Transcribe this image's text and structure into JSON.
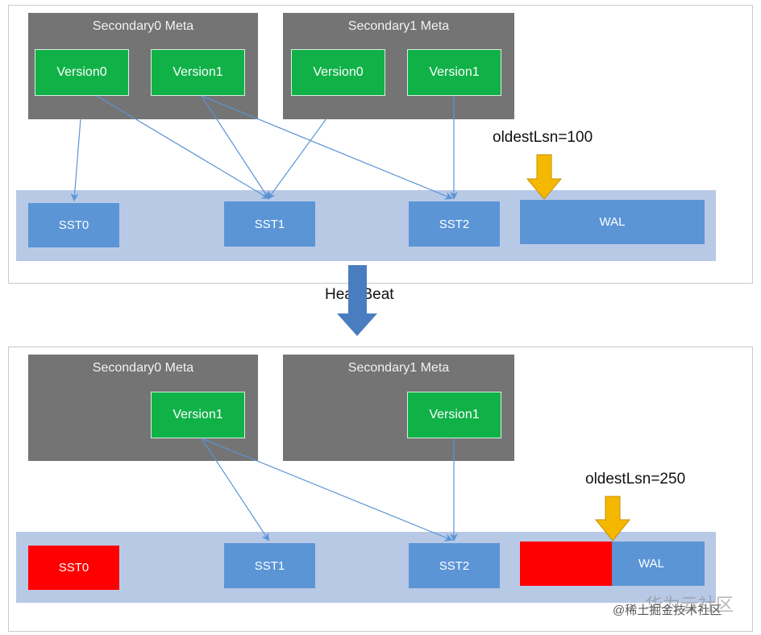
{
  "top": {
    "meta0": {
      "title": "Secondary0 Meta",
      "versions": [
        "Version0",
        "Version1"
      ]
    },
    "meta1": {
      "title": "Secondary1 Meta",
      "versions": [
        "Version0",
        "Version1"
      ]
    },
    "storage": {
      "sst0": "SST0",
      "sst1": "SST1",
      "sst2": "SST2",
      "wal": "WAL"
    },
    "oldest_lsn": "oldestLsn=100"
  },
  "transition": {
    "label": "HeartBeat"
  },
  "bottom": {
    "meta0": {
      "title": "Secondary0 Meta",
      "versions": [
        "Version1"
      ]
    },
    "meta1": {
      "title": "Secondary1 Meta",
      "versions": [
        "Version1"
      ]
    },
    "storage": {
      "sst0": "SST0",
      "sst1": "SST1",
      "sst2": "SST2",
      "wal": "WAL"
    },
    "oldest_lsn": "oldestLsn=250"
  },
  "watermark": {
    "site": "华为云社区",
    "community": "@稀土掘金技术社区"
  },
  "colors": {
    "meta_bg": "#747474",
    "version_green": "#10b247",
    "storage_band": "#b8c9e6",
    "storage_box": "#5b95d6",
    "deleted_red": "#ff0000",
    "lsn_arrow": "#f5b800",
    "heartbeat_arrow": "#4a7dbf",
    "reference_line": "#5b95d6"
  }
}
